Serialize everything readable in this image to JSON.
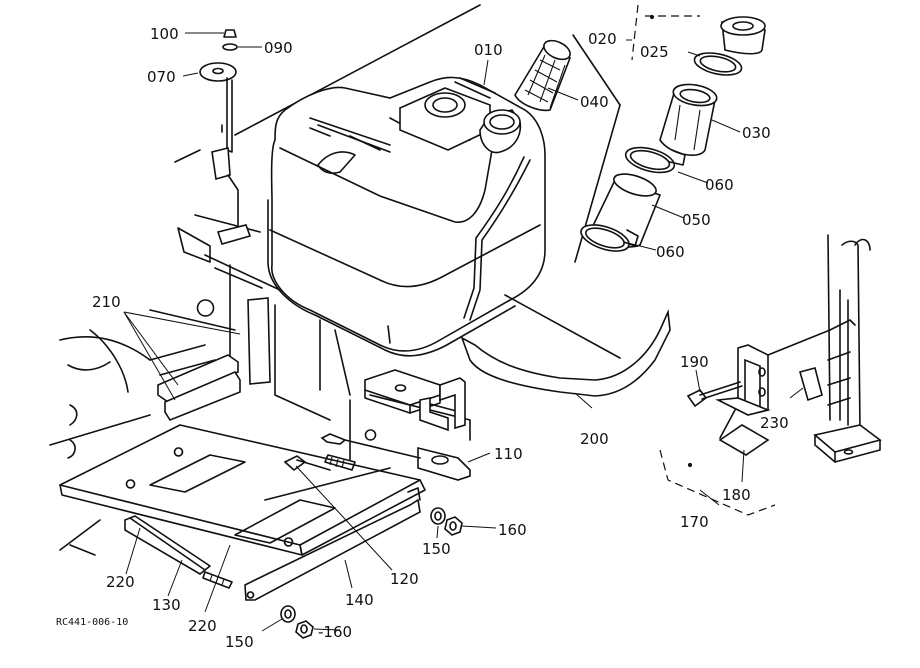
{
  "diagram": {
    "drawing_code": "RC441-006-10",
    "callouts": [
      {
        "id": "100",
        "text": "100"
      },
      {
        "id": "090",
        "text": "090"
      },
      {
        "id": "070",
        "text": "070"
      },
      {
        "id": "010",
        "text": "010"
      },
      {
        "id": "040",
        "text": "040"
      },
      {
        "id": "020",
        "text": "020"
      },
      {
        "id": "025",
        "text": "025"
      },
      {
        "id": "030",
        "text": "030"
      },
      {
        "id": "060a",
        "text": "060"
      },
      {
        "id": "050",
        "text": "050"
      },
      {
        "id": "060b",
        "text": "060"
      },
      {
        "id": "210",
        "text": "210"
      },
      {
        "id": "190",
        "text": "190"
      },
      {
        "id": "230",
        "text": "230"
      },
      {
        "id": "200",
        "text": "200"
      },
      {
        "id": "110",
        "text": "110"
      },
      {
        "id": "180",
        "text": "180"
      },
      {
        "id": "170",
        "text": "170"
      },
      {
        "id": "160a",
        "text": "160"
      },
      {
        "id": "150a",
        "text": "150"
      },
      {
        "id": "120",
        "text": "120"
      },
      {
        "id": "220a",
        "text": "220"
      },
      {
        "id": "130",
        "text": "130"
      },
      {
        "id": "140",
        "text": "140"
      },
      {
        "id": "220b",
        "text": "220"
      },
      {
        "id": "150b",
        "text": "150"
      },
      {
        "id": "160b",
        "text": "-160"
      }
    ]
  }
}
